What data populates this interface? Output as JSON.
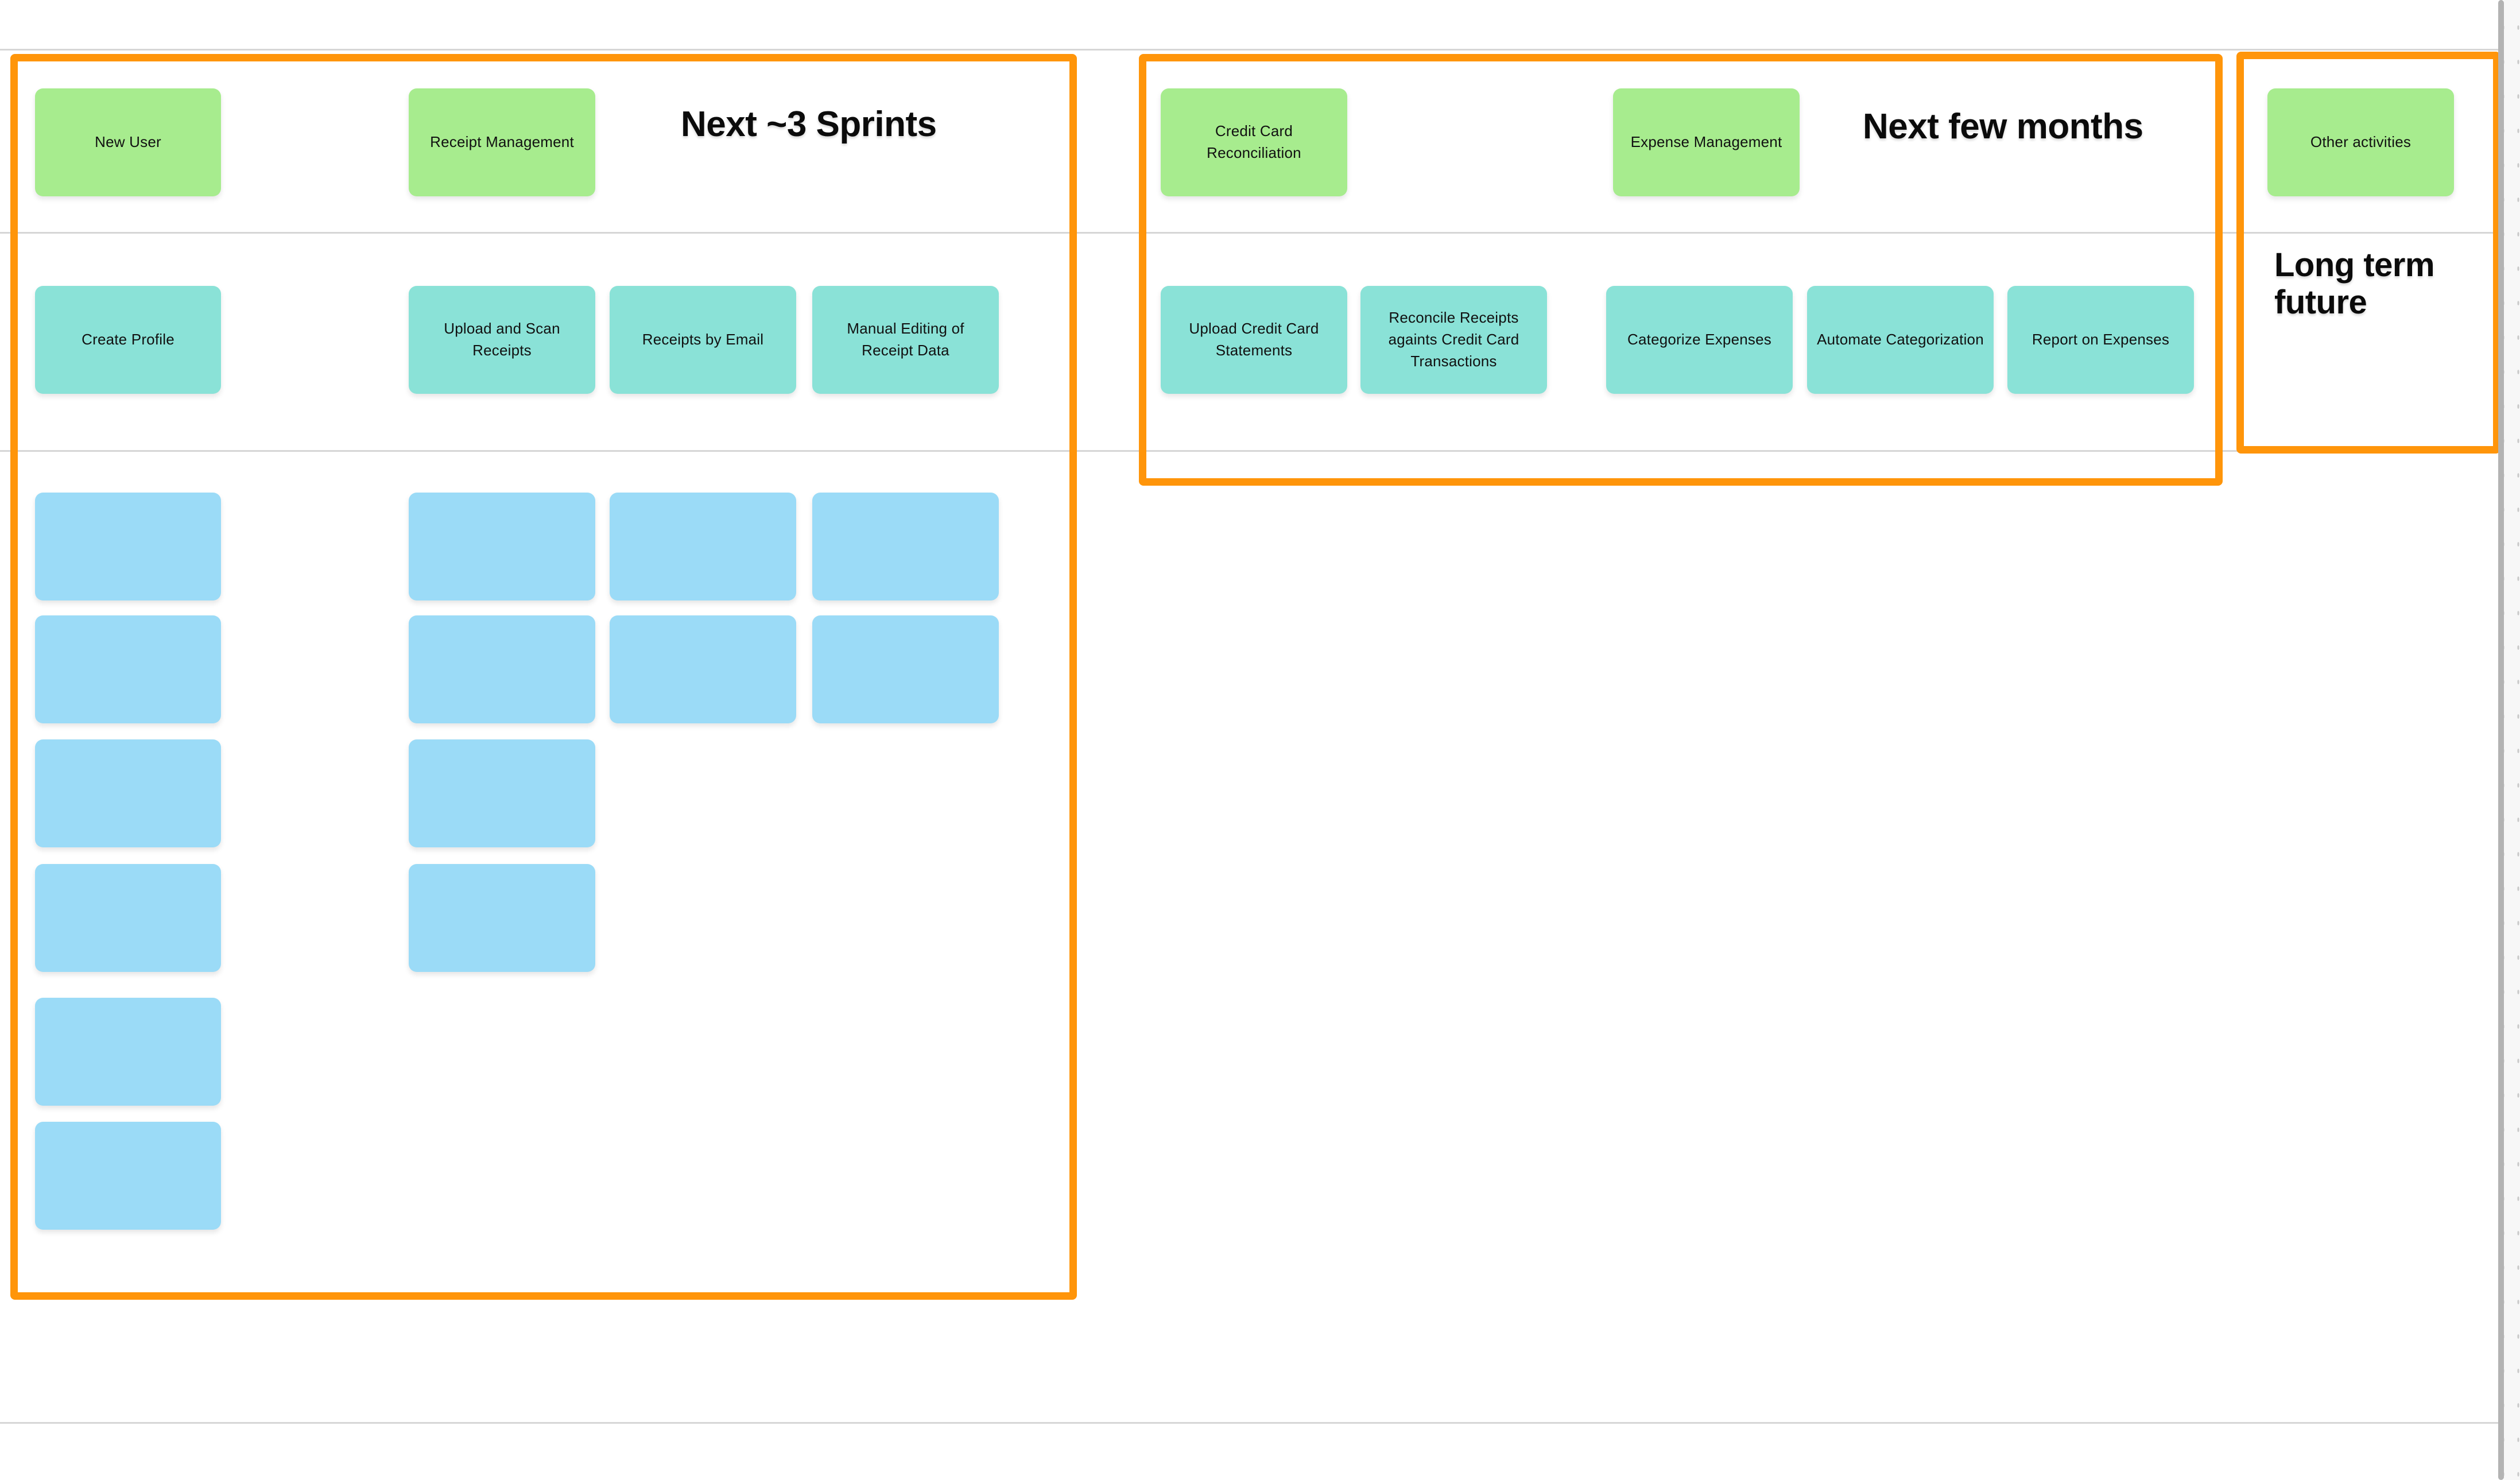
{
  "board": {
    "type": "user-story-map",
    "background": "#ffffff",
    "canvas_dot_color": "#c8c8c8",
    "accent_frame_color": "#FF950A",
    "lane_divider_color": "#d6d6d6",
    "card_colors": {
      "activity": "#A7EC8E",
      "task": "#8AE2D7",
      "story": "#9BDBF7"
    }
  },
  "groups": [
    {
      "id": "sprints",
      "title": "Next ~3 Sprints"
    },
    {
      "id": "months",
      "title": "Next few months"
    },
    {
      "id": "future",
      "title": "Long term\nfuture"
    }
  ],
  "lanes": {
    "activities": [
      {
        "label": "New User",
        "group": "sprints"
      },
      {
        "label": "Receipt Management",
        "group": "sprints"
      },
      {
        "label": "Credit Card Reconciliation",
        "group": "months"
      },
      {
        "label": "Expense Management",
        "group": "months"
      },
      {
        "label": "Other activities",
        "group": "future"
      }
    ],
    "tasks": [
      {
        "label": "Create Profile",
        "group": "sprints"
      },
      {
        "label": "Upload and Scan Receipts",
        "group": "sprints"
      },
      {
        "label": "Receipts by Email",
        "group": "sprints"
      },
      {
        "label": "Manual Editing of Receipt Data",
        "group": "sprints"
      },
      {
        "label": "Upload Credit Card Statements",
        "group": "months"
      },
      {
        "label": "Reconcile Receipts againts Credit Card Transactions",
        "group": "months"
      },
      {
        "label": "Categorize Expenses",
        "group": "months"
      },
      {
        "label": "Automate Categorization",
        "group": "months"
      },
      {
        "label": "Report on Expenses",
        "group": "months"
      }
    ],
    "stories": [
      {
        "label": "",
        "column": 1,
        "row": 1
      },
      {
        "label": "",
        "column": 2,
        "row": 1
      },
      {
        "label": "",
        "column": 3,
        "row": 1
      },
      {
        "label": "",
        "column": 4,
        "row": 1
      },
      {
        "label": "",
        "column": 1,
        "row": 2
      },
      {
        "label": "",
        "column": 2,
        "row": 2
      },
      {
        "label": "",
        "column": 3,
        "row": 2
      },
      {
        "label": "",
        "column": 4,
        "row": 2
      },
      {
        "label": "",
        "column": 1,
        "row": 3
      },
      {
        "label": "",
        "column": 2,
        "row": 3
      },
      {
        "label": "",
        "column": 1,
        "row": 4
      },
      {
        "label": "",
        "column": 2,
        "row": 4
      },
      {
        "label": "",
        "column": 1,
        "row": 5
      },
      {
        "label": "",
        "column": 1,
        "row": 6
      }
    ]
  }
}
